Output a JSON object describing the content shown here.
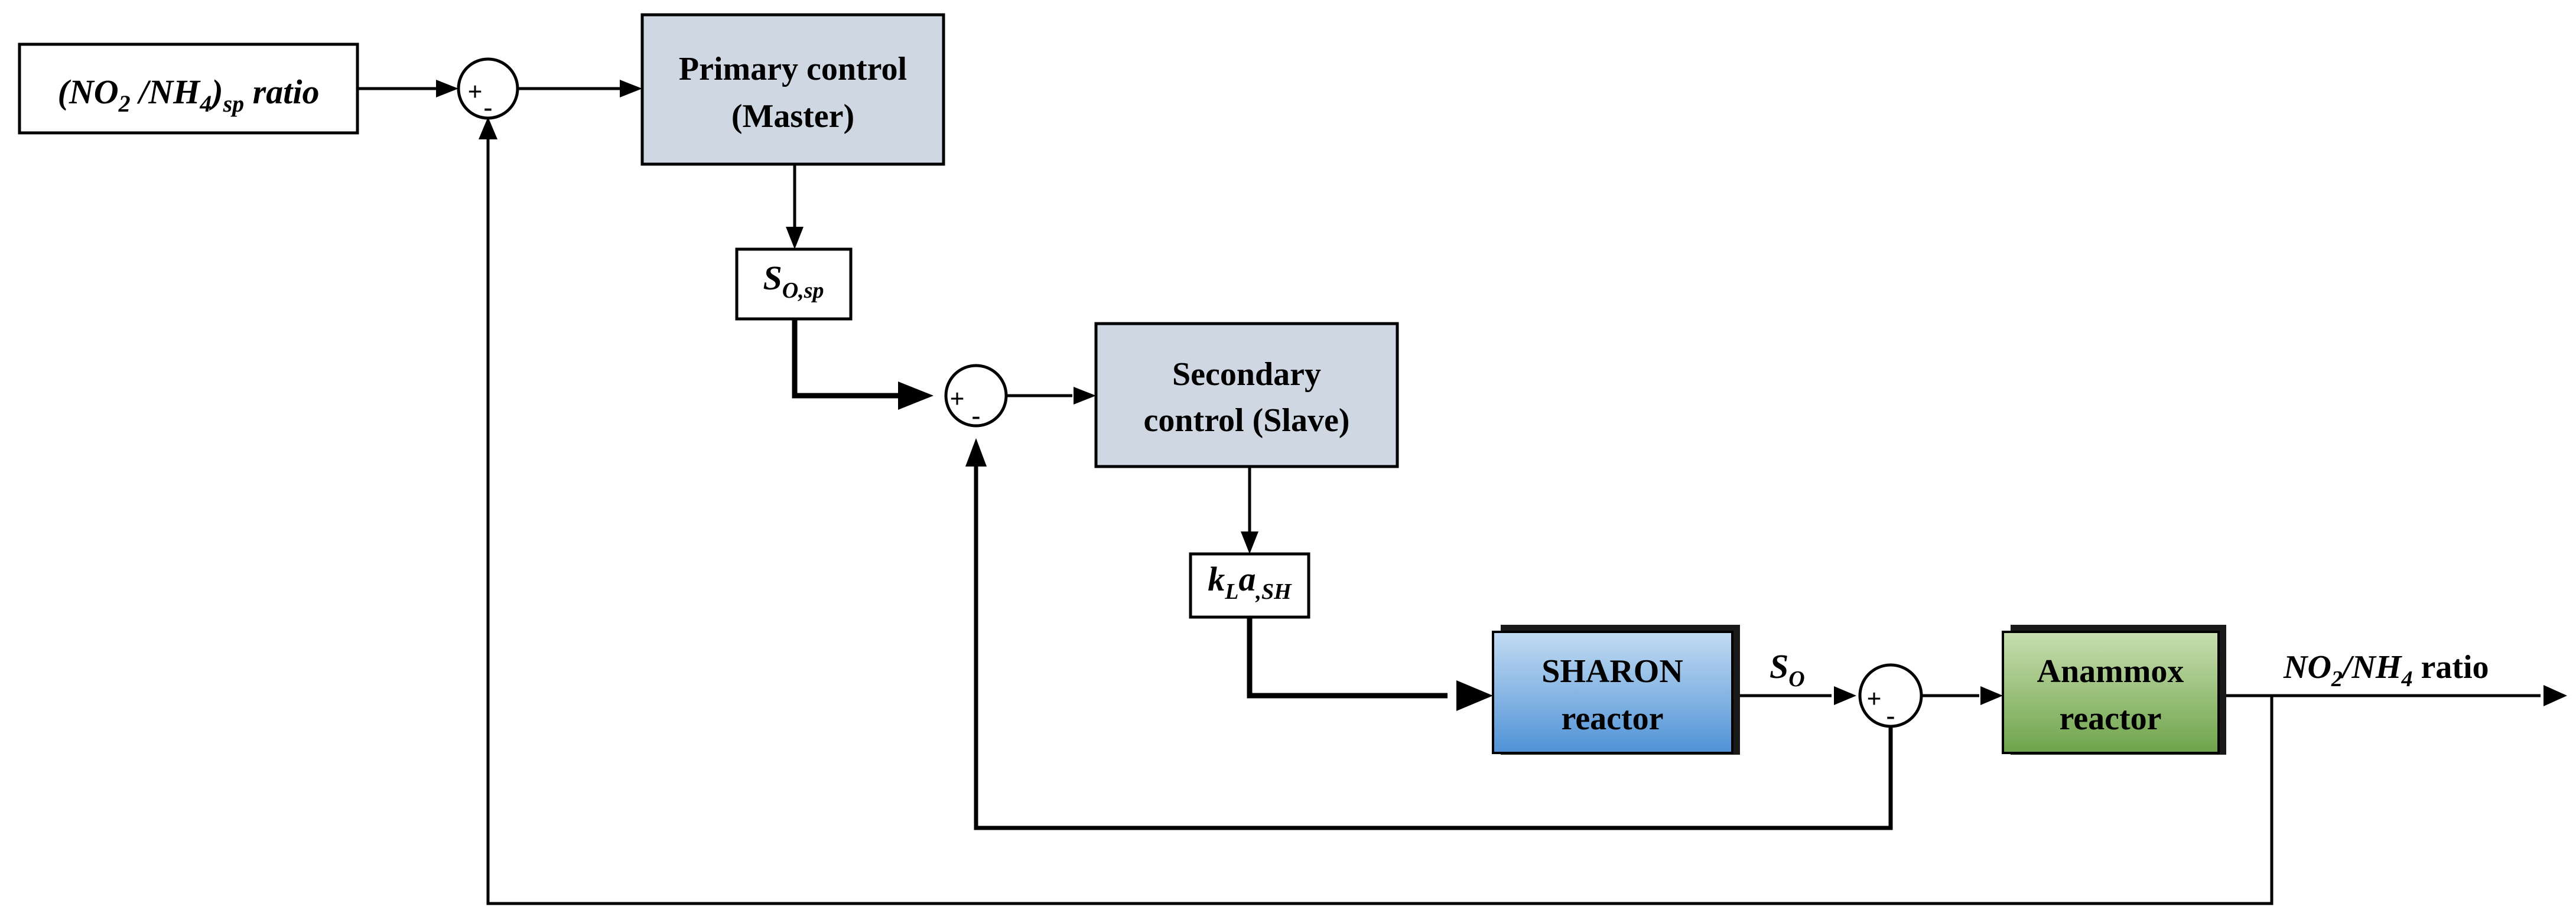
{
  "setpoint_block": {
    "open": "(NO",
    "sub1": "2",
    "slash": " /NH",
    "sub2": "4",
    "close": ")",
    "sub3": "sp",
    "tail": " ratio"
  },
  "primary_control": {
    "line1": "Primary control",
    "line2": "(Master)"
  },
  "so_sp_block": {
    "main": "S",
    "sub": "O,sp"
  },
  "secondary_control": {
    "line1": "Secondary",
    "line2": "control (Slave)"
  },
  "kla_block": {
    "k": "k",
    "k_sub": "L",
    "a": "a",
    "a_sub": ",SH"
  },
  "sharon_reactor": {
    "line1": "SHARON",
    "line2": "reactor"
  },
  "so_signal": {
    "main": "S",
    "sub": "O"
  },
  "anammox_reactor": {
    "line1": "Anammox",
    "line2": "reactor"
  },
  "output_label": {
    "no": "NO",
    "sub1": "2",
    "slash": "/NH",
    "sub2": "4",
    "tail": " ratio"
  },
  "summing_junctions": {
    "plus": "+",
    "minus": "-"
  },
  "colors": {
    "control_fill": "#cfd8e2",
    "sharon_top": "#c3dcf3",
    "sharon_bottom": "#4f92d6",
    "anammox_top": "#c8deb0",
    "anammox_bottom": "#6ea44a",
    "line": "#000000"
  }
}
